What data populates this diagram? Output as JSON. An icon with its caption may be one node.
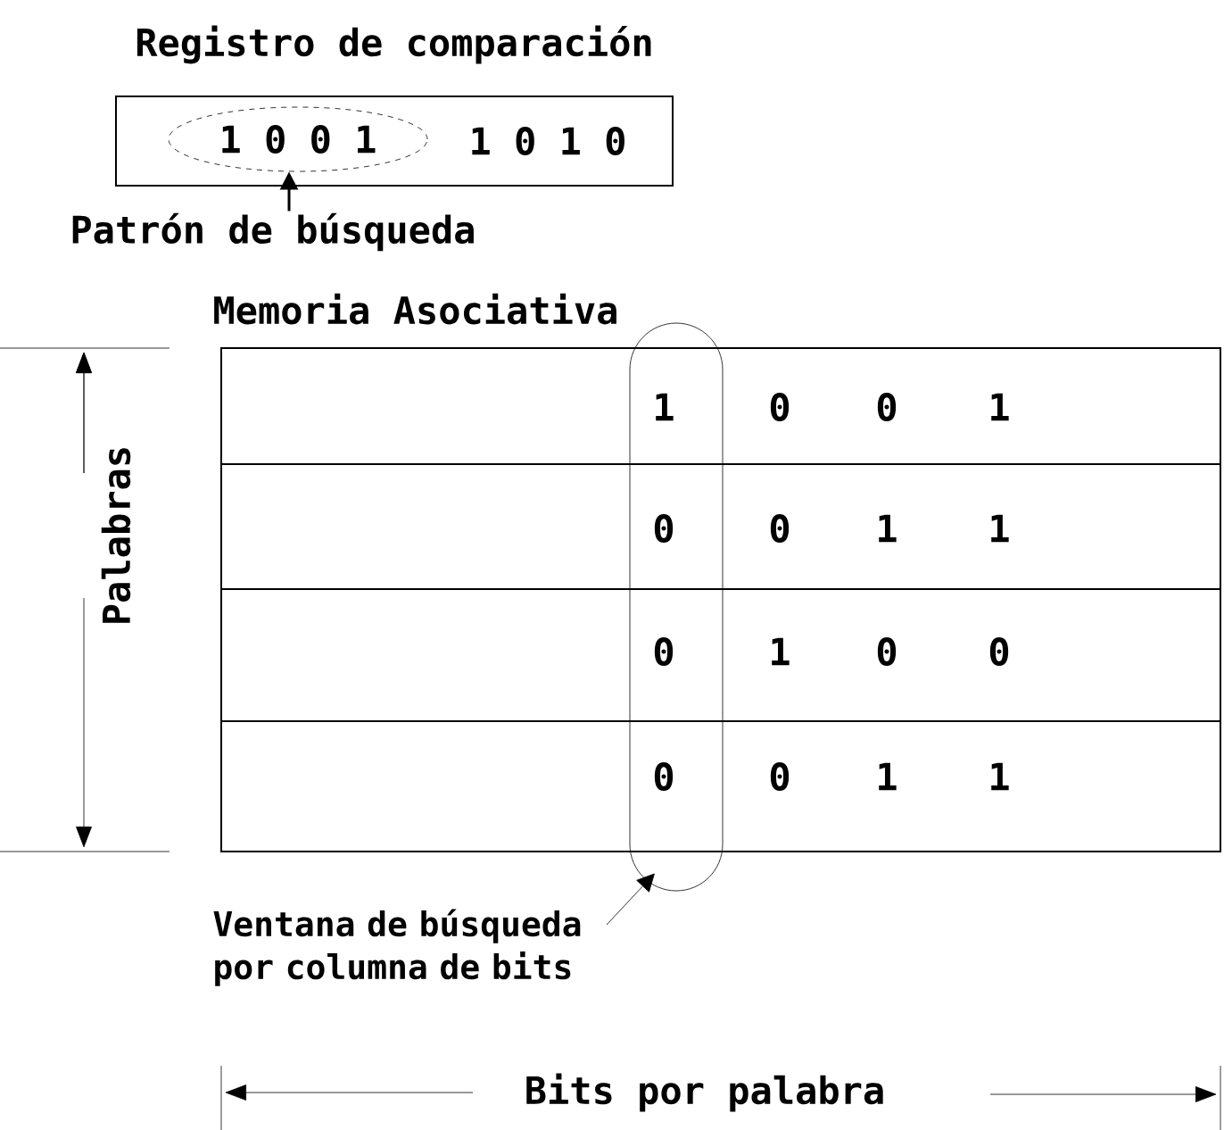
{
  "diagram": {
    "nodes": [
      {
        "text": [
          "Registro de comparación",
          "1 0 1 0"
        ]
      },
      {
        "text": [
          "1 0 0 1"
        ],
        "in": 0
      },
      {
        "text": [
          "Patrón de búsqueda"
        ]
      },
      {
        "text": [
          "Memoria Asociativa"
        ]
      },
      {
        "text": [],
        "shape": "capsule"
      },
      {
        "text": [
          "Ventana de búsqueda por columna de bits"
        ]
      }
    ],
    "edges": [
      {
        "from": 2,
        "to": 1,
        "arrow": "to"
      },
      {
        "from": 5,
        "to": 4,
        "arrow": "to"
      }
    ],
    "labels": [
      "Palabras",
      "1",
      "0",
      "0",
      "1",
      "0",
      "0",
      "1",
      "1",
      "0",
      "1",
      "0",
      "0",
      "0",
      "0",
      "1",
      "1",
      "Bits por palabra"
    ]
  }
}
